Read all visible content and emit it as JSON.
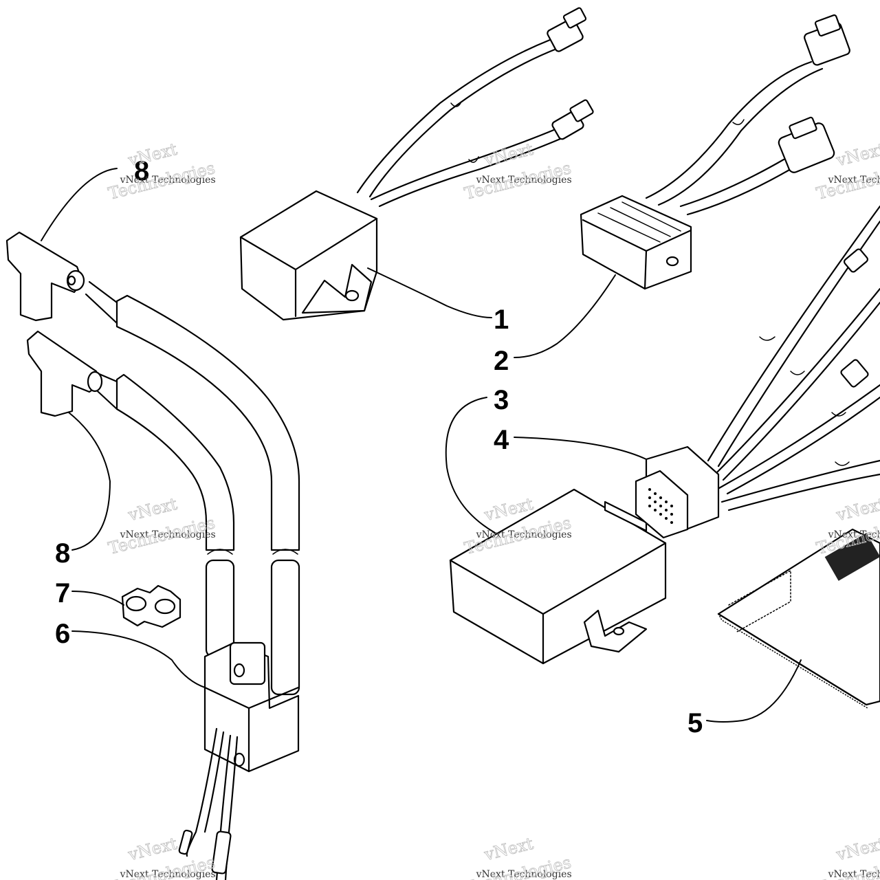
{
  "diagram": {
    "callouts": [
      {
        "id": "callout-1",
        "label": "1"
      },
      {
        "id": "callout-2",
        "label": "2"
      },
      {
        "id": "callout-3",
        "label": "3"
      },
      {
        "id": "callout-4",
        "label": "4"
      },
      {
        "id": "callout-5",
        "label": "5"
      },
      {
        "id": "callout-6",
        "label": "6"
      },
      {
        "id": "callout-7",
        "label": "7"
      },
      {
        "id": "callout-8a",
        "label": "8"
      },
      {
        "id": "callout-8b",
        "label": "8"
      }
    ],
    "watermark": {
      "brand": "vNext",
      "company": "vNext Technologies",
      "word": "Technologies"
    }
  }
}
